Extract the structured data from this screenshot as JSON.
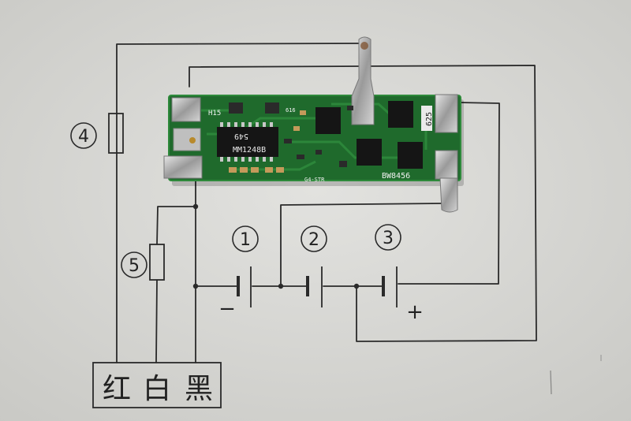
{
  "colors": {
    "paper": "#d9d9d6",
    "pcb": "#1f6a2c",
    "silkscreen": "#f2f2f2",
    "chip": "#151515",
    "pad": "#b9b9b9",
    "ink": "#2a2a2a"
  },
  "labels": {
    "cell1": "1",
    "cell2": "2",
    "cell3": "3",
    "res4": "4",
    "res5": "5",
    "minus": "−",
    "plus": "+",
    "wire_red": "红",
    "wire_white": "白",
    "wire_black": "黑"
  },
  "pcb": {
    "chip_main_line1": "549",
    "chip_main_line2": "MM1248B",
    "board_code": "BW8456",
    "label_625": "625",
    "ref_h15": "H15",
    "ref_616": "616",
    "ref_g4": "G4-STR"
  }
}
